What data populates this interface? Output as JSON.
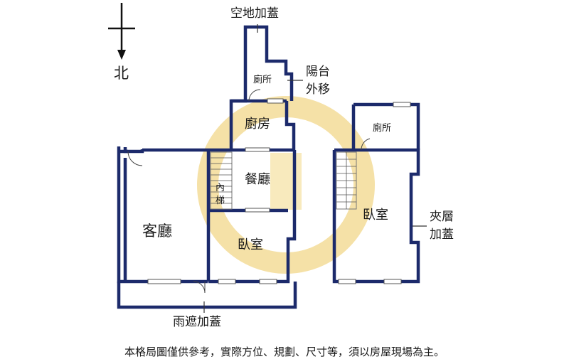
{
  "compass": {
    "label": "北",
    "icon": "north-arrow-icon"
  },
  "rooms": {
    "living_room": "客廳",
    "kitchen": "廚房",
    "dining_room": "餐廳",
    "inner_stairs": "內梯",
    "bedroom_center": "臥室",
    "toilet_top": "廁所",
    "toilet_right": "廁所",
    "bedroom_right": "臥室"
  },
  "annotations": {
    "open_space_addition": "空地加蓋",
    "balcony_moved_out_line1": "陽台",
    "balcony_moved_out_line2": "外移",
    "mezzanine_addition_line1": "夾層",
    "mezzanine_addition_line2": "加蓋",
    "canopy_addition": "雨遮加蓋"
  },
  "disclaimer": "本格局圖僅供參考，實際方位、規劃、尺寸等，須以房屋現場為主。",
  "colors": {
    "wall": "#1c2a6b",
    "watermark": "#f2d78a",
    "text": "#1a1a1a"
  }
}
